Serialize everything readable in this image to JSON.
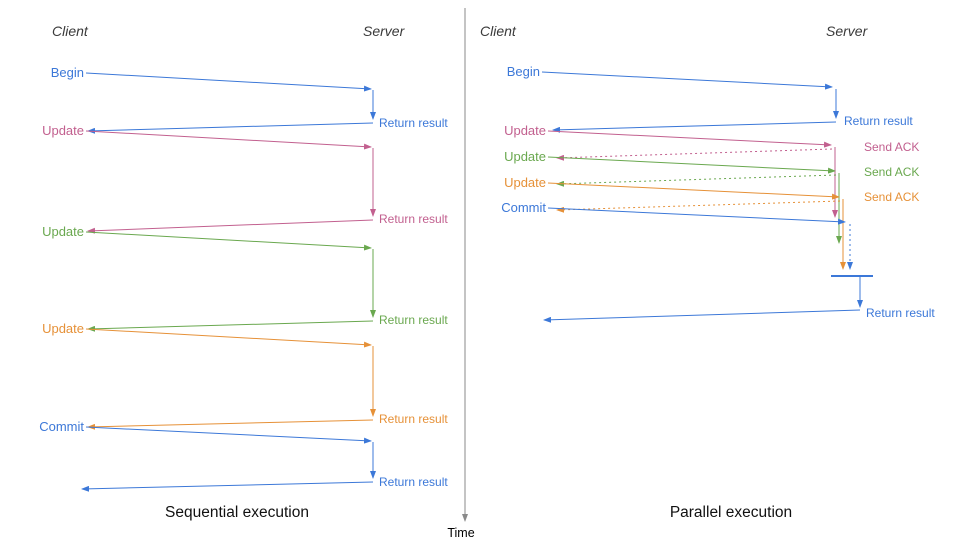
{
  "colors": {
    "blue": "#3c78d8",
    "pink": "#c2608f",
    "green": "#6aa84f",
    "orange": "#e69138",
    "axis_gray": "#8a8a8a"
  },
  "time_axis": {
    "label": "Time"
  },
  "left": {
    "client_header": "Client",
    "server_header": "Server",
    "caption": "Sequential execution",
    "steps": [
      {
        "label": "Begin",
        "color": "blue",
        "response": "Return result"
      },
      {
        "label": "Update",
        "color": "pink",
        "response": "Return result"
      },
      {
        "label": "Update",
        "color": "green",
        "response": "Return result"
      },
      {
        "label": "Update",
        "color": "orange",
        "response": "Return result"
      },
      {
        "label": "Commit",
        "color": "blue",
        "response": "Return result"
      }
    ]
  },
  "right": {
    "client_header": "Client",
    "server_header": "Server",
    "caption": "Parallel execution",
    "steps": [
      {
        "label": "Begin",
        "color": "blue",
        "response": "Return result"
      },
      {
        "label": "Update",
        "color": "pink",
        "response": "Send ACK"
      },
      {
        "label": "Update",
        "color": "green",
        "response": "Send ACK"
      },
      {
        "label": "Update",
        "color": "orange",
        "response": "Send ACK"
      },
      {
        "label": "Commit",
        "color": "blue",
        "response": ""
      }
    ],
    "final_return": "Return result"
  }
}
